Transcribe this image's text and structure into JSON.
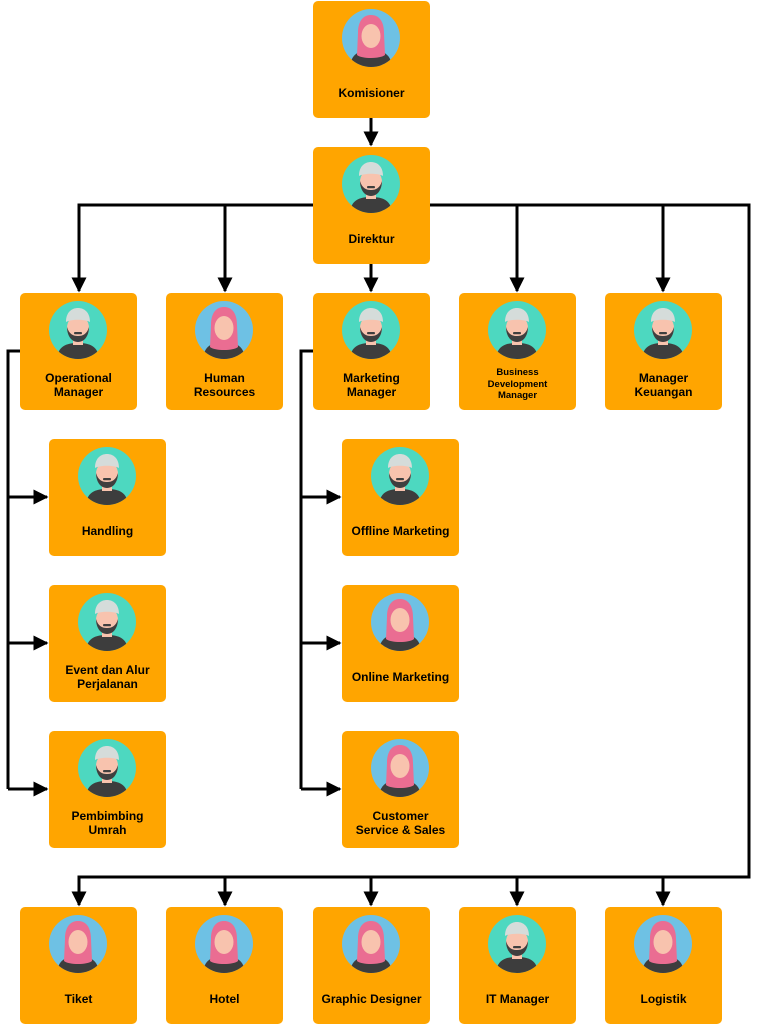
{
  "org_chart": {
    "nodes": [
      {
        "id": "komisioner",
        "label": "Komisioner",
        "avatar": "woman-hijab-icon"
      },
      {
        "id": "direktur",
        "label": "Direktur",
        "avatar": "man-cap-beard-icon"
      },
      {
        "id": "operational-manager",
        "label": "Operational\nManager",
        "avatar": "man-cap-beard-icon"
      },
      {
        "id": "human-resources",
        "label": "Human\nResources",
        "avatar": "woman-hijab-icon"
      },
      {
        "id": "marketing-manager",
        "label": "Marketing\nManager",
        "avatar": "man-cap-beard-icon"
      },
      {
        "id": "business-development-manager",
        "label": "Business\nDevelopment\nManager",
        "avatar": "man-cap-beard-icon"
      },
      {
        "id": "manager-keuangan",
        "label": "Manager\nKeuangan",
        "avatar": "man-cap-beard-icon"
      },
      {
        "id": "handling",
        "label": "Handling",
        "avatar": "man-cap-beard-icon"
      },
      {
        "id": "event-dan-alur-perjalanan",
        "label": "Event dan Alur\nPerjalanan",
        "avatar": "man-cap-beard-icon"
      },
      {
        "id": "pembimbing-umrah",
        "label": "Pembimbing\nUmrah",
        "avatar": "man-cap-beard-icon"
      },
      {
        "id": "offline-marketing",
        "label": "Offline Marketing",
        "avatar": "man-cap-beard-icon"
      },
      {
        "id": "online-marketing",
        "label": "Online Marketing",
        "avatar": "woman-hijab-icon"
      },
      {
        "id": "customer-service-sales",
        "label": "Customer\nService & Sales",
        "avatar": "woman-hijab-icon"
      },
      {
        "id": "tiket",
        "label": "Tiket",
        "avatar": "woman-hijab-icon"
      },
      {
        "id": "hotel",
        "label": "Hotel",
        "avatar": "woman-hijab-icon"
      },
      {
        "id": "graphic-designer",
        "label": "Graphic Designer",
        "avatar": "woman-hijab-icon"
      },
      {
        "id": "it-manager",
        "label": "IT Manager",
        "avatar": "man-cap-beard-icon"
      },
      {
        "id": "logistik",
        "label": "Logistik",
        "avatar": "woman-hijab-icon"
      }
    ],
    "edges": [
      [
        "komisioner",
        "direktur"
      ],
      [
        "direktur",
        "operational-manager"
      ],
      [
        "direktur",
        "human-resources"
      ],
      [
        "direktur",
        "marketing-manager"
      ],
      [
        "direktur",
        "business-development-manager"
      ],
      [
        "direktur",
        "manager-keuangan"
      ],
      [
        "direktur",
        "tiket"
      ],
      [
        "direktur",
        "hotel"
      ],
      [
        "direktur",
        "graphic-designer"
      ],
      [
        "direktur",
        "it-manager"
      ],
      [
        "direktur",
        "logistik"
      ],
      [
        "operational-manager",
        "handling"
      ],
      [
        "operational-manager",
        "event-dan-alur-perjalanan"
      ],
      [
        "operational-manager",
        "pembimbing-umrah"
      ],
      [
        "marketing-manager",
        "offline-marketing"
      ],
      [
        "marketing-manager",
        "online-marketing"
      ],
      [
        "marketing-manager",
        "customer-service-sales"
      ]
    ],
    "colors": {
      "box": "#FFA500",
      "connector": "#000000",
      "woman_bg": "#6EC1E4",
      "woman_hijab": "#EA6D92",
      "man_bg": "#4DD8C0",
      "man_cap": "#D5DCDA",
      "skin": "#F8C3AE",
      "beard": "#3F3F3F",
      "clothing": "#3D3D3D"
    }
  }
}
